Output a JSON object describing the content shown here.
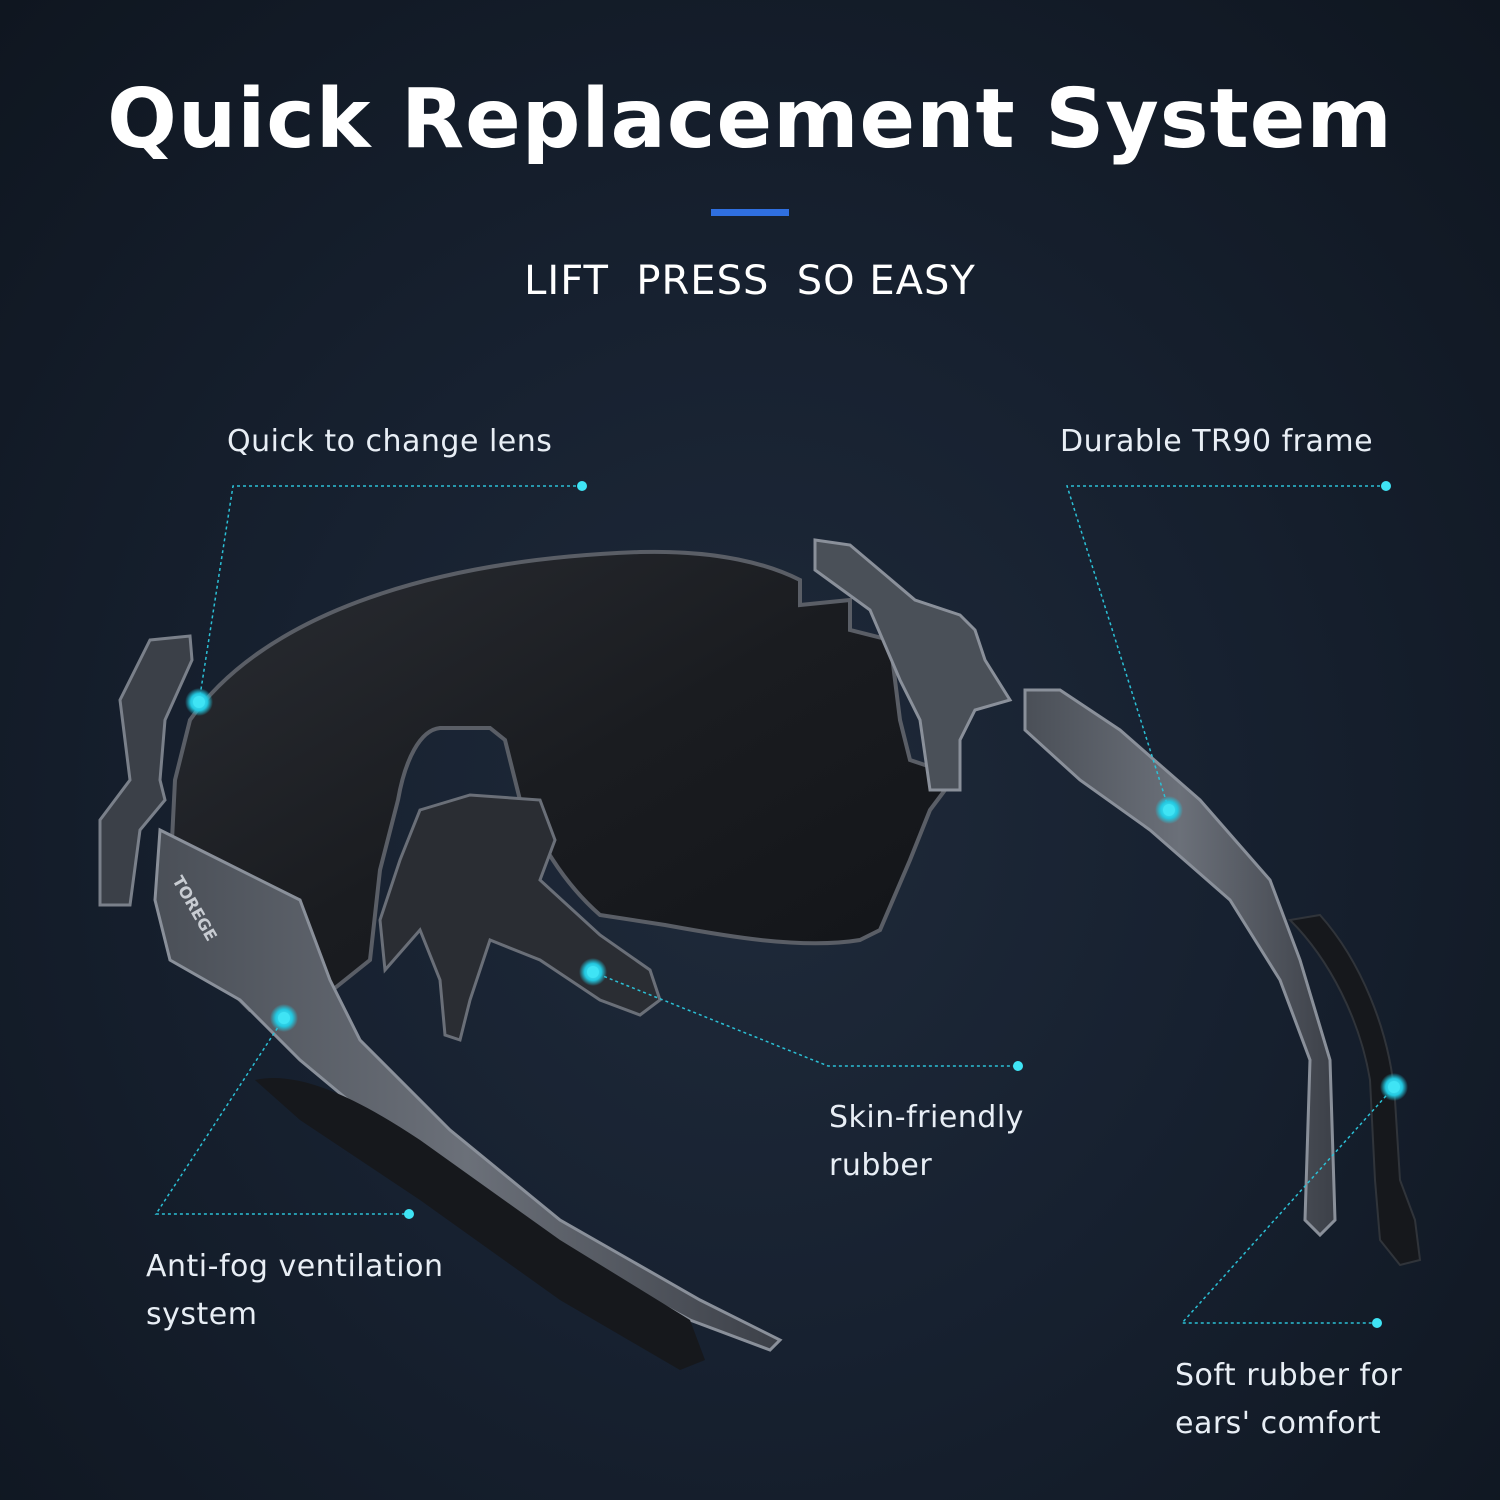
{
  "header": {
    "title": "Quick Replacement System",
    "subtitle": "LIFT  PRESS  SO EASY"
  },
  "callouts": {
    "lens": "Quick to change lens",
    "frame": "Durable TR90 frame",
    "nose": [
      "Skin-friendly",
      "rubber"
    ],
    "vent": [
      "Anti-fog ventilation",
      "system"
    ],
    "ears": [
      "Soft rubber for",
      "ears' comfort"
    ]
  },
  "brand": "TOREGE",
  "colors": {
    "background": "#172130",
    "accent": "#2f6fe0",
    "callout_dot": "#22c8e0"
  }
}
